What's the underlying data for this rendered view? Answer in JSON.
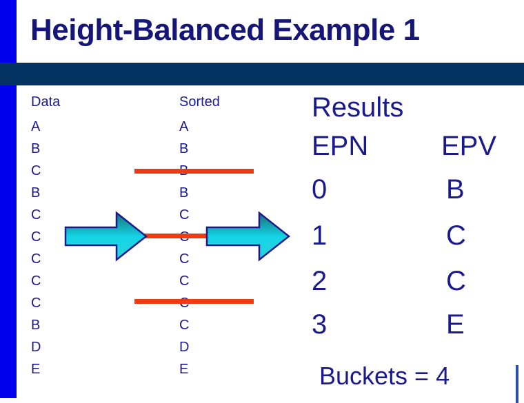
{
  "slide": {
    "title": "Height-Balanced Example 1",
    "accent_color": "#0000ee",
    "band_color": "#033361",
    "text_color": "#1a1a8c",
    "divider_color": "#ef3b11"
  },
  "data_column": {
    "header": "Data",
    "values": [
      "A",
      "B",
      "C",
      "B",
      "C",
      "C",
      "C",
      "C",
      "C",
      "B",
      "D",
      "E"
    ]
  },
  "sorted_column": {
    "header": "Sorted",
    "values": [
      "A",
      "B",
      "B",
      "B",
      "C",
      "C",
      "C",
      "C",
      "C",
      "C",
      "D",
      "E"
    ]
  },
  "dividers": [
    {
      "label": "bucket-divider-1"
    },
    {
      "label": "bucket-divider-2"
    },
    {
      "label": "bucket-divider-3"
    }
  ],
  "arrows": [
    {
      "label": "arrow-right-1"
    },
    {
      "label": "arrow-right-2"
    }
  ],
  "results": {
    "title": "Results",
    "columns": [
      "EPN",
      "EPV"
    ],
    "rows": [
      {
        "epn": "0",
        "epv": "B"
      },
      {
        "epn": "1",
        "epv": "C"
      },
      {
        "epn": "2",
        "epv": "C"
      },
      {
        "epn": "3",
        "epv": "E"
      }
    ],
    "footer": "Buckets = 4"
  }
}
